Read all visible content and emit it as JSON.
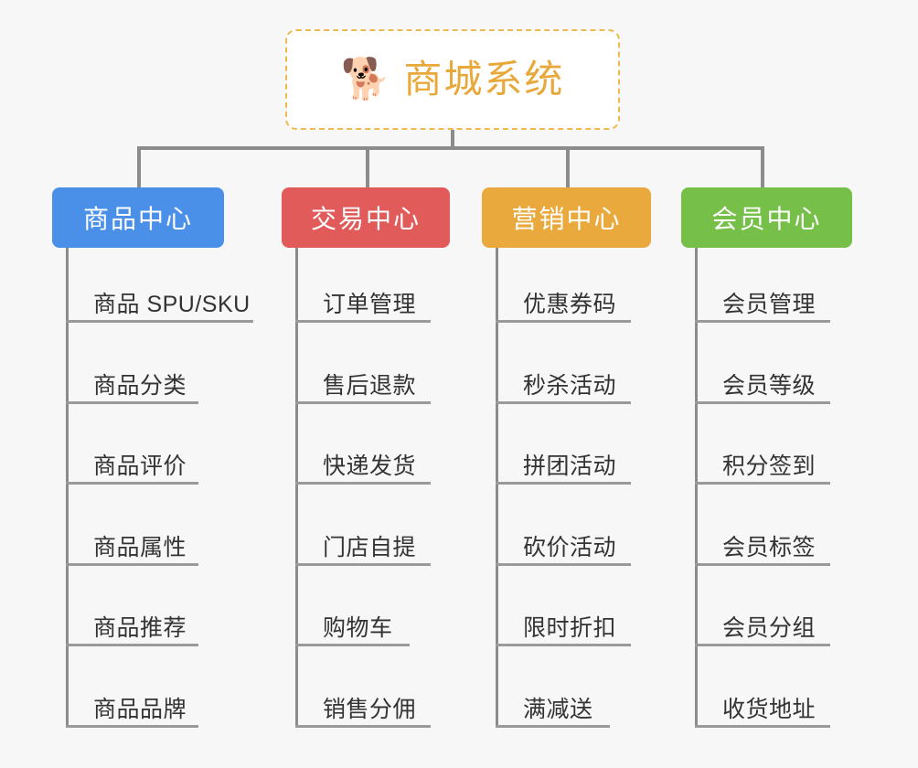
{
  "page": {
    "background_color": "#f7f7f7",
    "title": "商城系统"
  },
  "root": {
    "label": "商城系统",
    "icon": "shiba-dog-face-emoji",
    "emoji": "🐕",
    "text_color": "#e8a83a",
    "border_color": "#f0b851"
  },
  "branches": [
    {
      "id": "product-center",
      "label": "商品中心",
      "color": "#4a90e8",
      "items": [
        {
          "label": "商品 SPU/SKU"
        },
        {
          "label": "商品分类"
        },
        {
          "label": "商品评价"
        },
        {
          "label": "商品属性"
        },
        {
          "label": "商品推荐"
        },
        {
          "label": "商品品牌"
        }
      ]
    },
    {
      "id": "trade-center",
      "label": "交易中心",
      "color": "#e15b5b",
      "items": [
        {
          "label": "订单管理"
        },
        {
          "label": "售后退款"
        },
        {
          "label": "快递发货"
        },
        {
          "label": "门店自提"
        },
        {
          "label": "购物车"
        },
        {
          "label": "销售分佣"
        }
      ]
    },
    {
      "id": "marketing-center",
      "label": "营销中心",
      "color": "#eaa93c",
      "items": [
        {
          "label": "优惠券码"
        },
        {
          "label": "秒杀活动"
        },
        {
          "label": "拼团活动"
        },
        {
          "label": "砍价活动"
        },
        {
          "label": "限时折扣"
        },
        {
          "label": "满减送"
        }
      ]
    },
    {
      "id": "member-center",
      "label": "会员中心",
      "color": "#76bf48",
      "items": [
        {
          "label": "会员管理"
        },
        {
          "label": "会员等级"
        },
        {
          "label": "积分签到"
        },
        {
          "label": "会员标签"
        },
        {
          "label": "会员分组"
        },
        {
          "label": "收货地址"
        }
      ]
    }
  ]
}
